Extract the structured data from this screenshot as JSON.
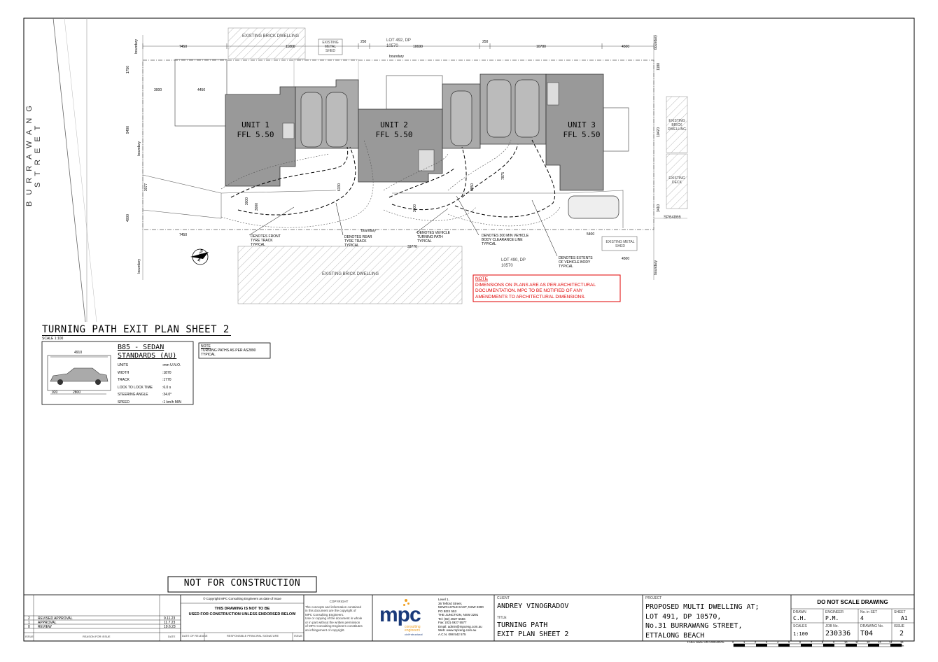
{
  "plan": {
    "street": "BURRAWANG STREET",
    "units": [
      {
        "name": "UNIT 1",
        "ffl": "FFL 5.50"
      },
      {
        "name": "UNIT 2",
        "ffl": "FFL 5.50"
      },
      {
        "name": "UNIT 3",
        "ffl": "FFL 5.50"
      }
    ],
    "neighbours": {
      "top_dwelling": "EXISTING BRICK DWELLING",
      "top_shed": "EXISTING METAL SHED",
      "lot_top": "LOT 492, DP 10570",
      "lot_bottom": "LOT 490, DP 10570",
      "bottom_dwelling": "EXISTING BRICK DWELLING",
      "right_dwelling": "EXISTING BRICK DWELLING",
      "right_deck": "EXISTING DECK",
      "bottom_shed": "EXISTING METAL SHED",
      "sp": "SP64866"
    },
    "boundary_label": "boundary",
    "dims_top": [
      "7450",
      "11800",
      "250",
      "10690",
      "250",
      "10780",
      "4500"
    ],
    "dims_misc": {
      "d1750": "1750",
      "d3000": "3000",
      "d4450": "4450",
      "d9490": "9490",
      "d3077": "3077",
      "d4000": "4000",
      "d7450b": "7450",
      "d33770": "33770",
      "d5400": "5400",
      "d4500b": "4500",
      "d1180": "1180",
      "d10470": "10470",
      "d3410": "3410",
      "d3000a": "3000",
      "d3000b": "3000",
      "d3000c": "3000",
      "d6330": "6330",
      "d6850": "6850",
      "d7875": "7875"
    },
    "north_label": "NORTH",
    "callouts": {
      "front_tyre": [
        "DENOTES FRONT",
        "TYRE TRACK",
        "TYPICAL"
      ],
      "rear_tyre": [
        "DENOTES REAR",
        "TYRE TRACK",
        "TYPICAL"
      ],
      "turning_path": [
        "DENOTES VEHICLE",
        "TURNING PATH",
        "TYPICAL"
      ],
      "clearance": [
        "DENOTES 300 MIN VEHICLE",
        "BODY CLEARANCE LINE",
        "TYPICAL"
      ],
      "body": [
        "DENOTES EXTENTS",
        "OF VEHICLE BODY",
        "TYPICAL"
      ]
    },
    "note": {
      "title": "NOTE",
      "lines": [
        "DIMENSIONS ON PLANS ARE AS PER ARCHITECTURAL",
        "DOCUMENTATION. MPC TO BE NOTIFIED OF ANY",
        "AMENDMENTS TO ARCHITECTURAL DIMENSIONS."
      ]
    }
  },
  "drawing": {
    "title": "TURNING PATH EXIT PLAN SHEET 2",
    "scale": "SCALE 1:100"
  },
  "vehicle": {
    "title1": "B85 - SEDAN",
    "title2": "STANDARDS (AU)",
    "length": "4910",
    "front_overhang": "920",
    "wheelbase": "2800",
    "specs": [
      {
        "label": "UNITS",
        "value": ":mm U.N.O."
      },
      {
        "label": "WIDTH",
        "value": ":1870"
      },
      {
        "label": "TRACK",
        "value": ":1770"
      },
      {
        "label": "LOCK TO LOCK TIME",
        "value": ":6.0 s"
      },
      {
        "label": "STEERING ANGLE",
        "value": ":34.0°"
      },
      {
        "label": "SPEED",
        "value": ":1 km/h MIN"
      }
    ],
    "note_title": "NOTE",
    "note_lines": [
      "TURNING PATHS AS PER AS2890",
      "TYPICAL"
    ]
  },
  "stamp": "NOT FOR CONSTRUCTION",
  "titleblock": {
    "revisions": [
      {
        "issue": "2",
        "reason": "REVISED APPROVAL",
        "date": "9.11.23"
      },
      {
        "issue": "1",
        "reason": "APPROVAL",
        "date": "11.7.23"
      },
      {
        "issue": "0",
        "reason": "REVIEW",
        "date": "19.6.23"
      }
    ],
    "rev_headers": {
      "issue": "ISSUE",
      "reason": "REASON FOR ISSUE",
      "date": "DATE"
    },
    "copyright_line": "© Copyright MPC Consulting Engineers as date of issue",
    "warning1": "THIS DRAWING IS NOT TO BE",
    "warning2": "USED FOR CONSTRUCTION UNLESS ENDORSED BELOW",
    "release_headers": {
      "date": "DATE OF RELEASE",
      "sig": "RESPONSIBLE PRINCIPAL SIGNATURE",
      "issue": "ISSUE"
    },
    "copyright_title": "COPYRIGHT",
    "copyright_text": [
      "The concepts and information contained",
      "in this document are the copyright of",
      "MPC Consulting Engineers.",
      "Use or copying of the document in whole",
      "or in part without the written permission",
      "of MPC Consulting Engineers constitutes",
      "an infringement of copyright."
    ],
    "logo_text": "mpc",
    "logo_sub1": "consulting",
    "logo_sub2": "engineers",
    "logo_sub3": "civil+structural",
    "address": [
      "Level 1,",
      "36 Telford Street,",
      "NEWCASTLE EAST, NSW 2300",
      "PO BOX 553",
      "THE JUNCTION, NSW 2291",
      "Tel: (02) 4927 5566",
      "Fax: (02) 4927 5577",
      "Email: admin@mpceng.com.au",
      "Web: www.mpceng.com.au",
      "A.C.N. 098 542 575"
    ],
    "client_label": "CLIENT",
    "client": "ANDREY VINOGRADOV",
    "title_label": "TITLE",
    "title1": "TURNING PATH",
    "title2": "EXIT PLAN SHEET 2",
    "project_label": "PROJECT",
    "project": [
      "PROPOSED MULTI DWELLING AT;",
      "LOT 491, DP 10570,",
      "No.31 BURRAWANG STREET,",
      "ETTALONG BEACH"
    ],
    "do_not_scale": "DO NOT SCALE DRAWING",
    "fields": {
      "drawn_label": "DRAWN",
      "drawn": "C.H.",
      "engineer_label": "ENGINEER",
      "engineer": "P.M.",
      "noinset_label": "No. in SET",
      "noinset": "4",
      "sheet_label": "SHEET",
      "sheet": "A1",
      "scales_label": "SCALES",
      "scales": "1:100",
      "jobno_label": "JOB No.",
      "jobno": "230336",
      "drawingno_label": "DRAWING No.",
      "drawingno": "T04",
      "issue_label": "ISSUE",
      "issue": "2"
    },
    "scale_bar_label": "FULL SIZE ON ORIGINAL",
    "scale_bar_ticks": [
      "0",
      "1",
      "2",
      "3",
      "4",
      "5",
      "6",
      "7",
      "8",
      "9",
      "10",
      "11",
      "12",
      "13",
      "14",
      "15 cm"
    ]
  }
}
